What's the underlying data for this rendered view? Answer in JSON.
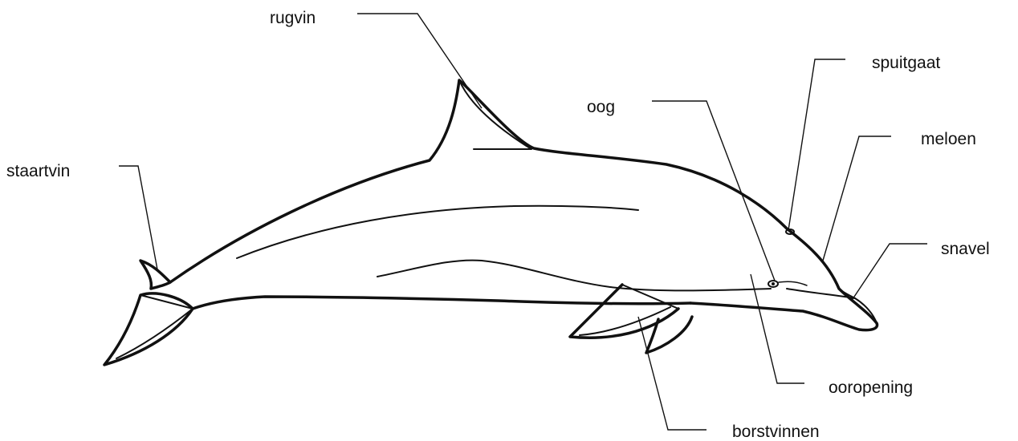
{
  "diagram": {
    "subject": "dolphin-drawing",
    "labels": {
      "rugvin": "rugvin",
      "staartvin": "staartvin",
      "oog": "oog",
      "spuitgaat": "spuitgaat",
      "meloen": "meloen",
      "snavel": "snavel",
      "ooropening": "ooropening",
      "borstvinnen": "borstvinnen"
    },
    "colors": {
      "outline": "#111111",
      "background": "#ffffff"
    }
  }
}
